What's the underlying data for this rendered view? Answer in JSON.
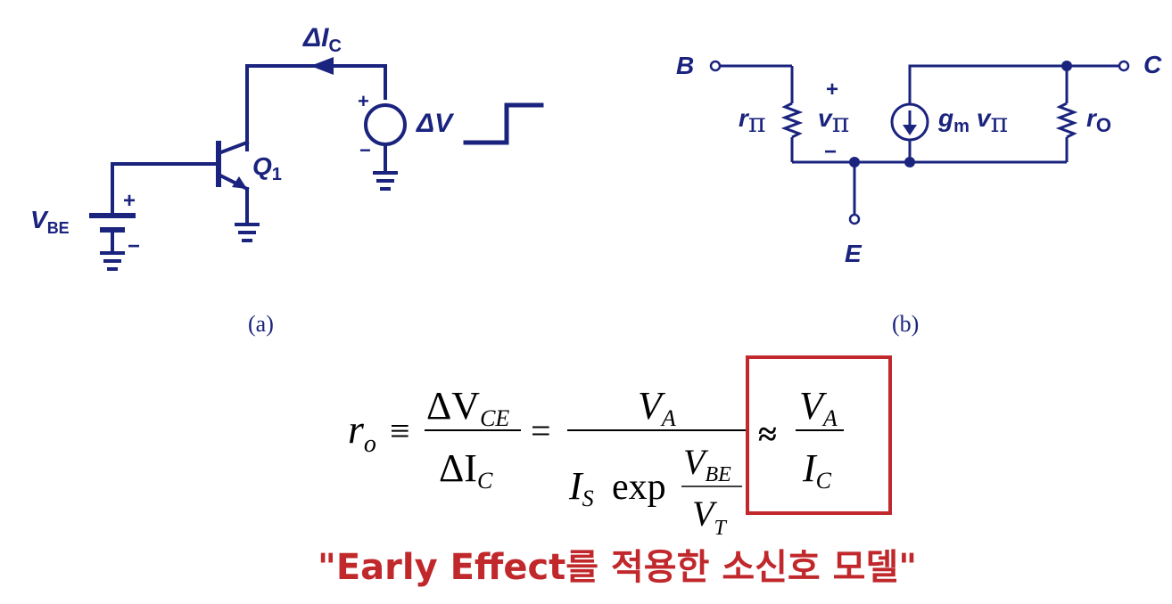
{
  "fig_a": {
    "label_delta_ic_sym": "ΔI",
    "label_delta_ic_sub": "C",
    "label_delta_v": "ΔV",
    "label_q": "Q",
    "label_q_sub": "1",
    "label_vbe": "V",
    "label_vbe_sub": "BE",
    "plus": "+",
    "minus": "−",
    "caption": "(a)"
  },
  "fig_b": {
    "label_b": "B",
    "label_c": "C",
    "label_e": "E",
    "label_rpi": "r",
    "label_rpi_sub": "π",
    "label_vpi": "v",
    "label_vpi_sub": "π",
    "label_gm": "g",
    "label_gm_sub": "m",
    "label_gm_v": "v",
    "label_gm_v_sub": "π",
    "label_ro": "r",
    "label_ro_sub": "O",
    "plus": "+",
    "minus": "−",
    "caption": "(b)"
  },
  "equation": {
    "lhs": "r",
    "lhs_sub": "o",
    "equiv": "≡",
    "frac1_num": "ΔV",
    "frac1_num_sub": "CE",
    "frac1_den": "ΔI",
    "frac1_den_sub": "C",
    "eq_sign": "=",
    "frac2_num": "V",
    "frac2_num_sub": "A",
    "frac2_den_is": "I",
    "frac2_den_is_sub": "S",
    "frac2_den_exp": "exp",
    "frac2_den_inner_num": "V",
    "frac2_den_inner_num_sub": "BE",
    "frac2_den_inner_den": "V",
    "frac2_den_inner_den_sub": "T",
    "approx": "≈",
    "frac3_num": "V",
    "frac3_num_sub": "A",
    "frac3_den": "I",
    "frac3_den_sub": "C"
  },
  "annotation": {
    "text": "\"Early Effect를  적용한 소신호 모델\"",
    "highlight_color": "#c0282c"
  },
  "colors": {
    "circuit": "#1a237e",
    "equation": "#000000",
    "annotation": "#c0282c"
  }
}
